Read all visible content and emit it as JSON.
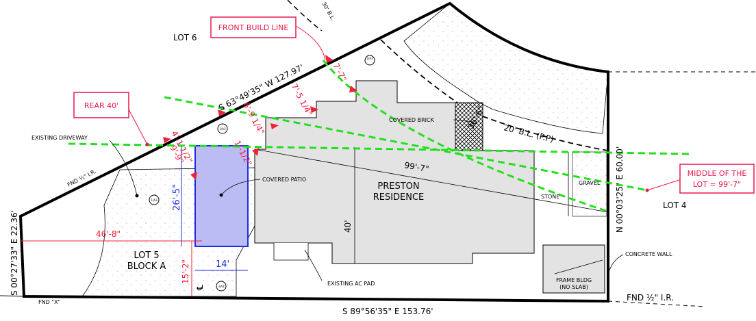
{
  "labels": {
    "lot6": "LOT 6",
    "lot4": "LOT 4",
    "lot5": "LOT 5",
    "block": "BLOCK A",
    "residence1": "PRESTON",
    "residence2": "RESIDENCE",
    "existing_driveway": "EXISTING DRIVEWAY",
    "covered_patio": "COVERED PATIO",
    "covered_brick": "COVERED BRICK",
    "stone": "STONE",
    "gravel": "GRAVEL",
    "concrete_wall": "CONCRETE WALL",
    "frame_bldg1": "FRAME BLDG",
    "frame_bldg2": "(NO SLAB)",
    "existing_ac_pad": "EXISTING AC PAD",
    "fnd_ir_top": "FND ½\" I.R.",
    "fnd_ir_right": "FND ½\" I.R.",
    "fnd_x": "FND \"X\"",
    "bl_20": "20' B.L. (P.P)",
    "bl_30": "30' B.L.",
    "centerline": "℄"
  },
  "bearings": {
    "north": "S 63°49'35\" W 127.97'",
    "south": "S 89°56'35\" E 153.76'",
    "west": "S 00°27'33\" E 22.36'",
    "east": "N 00°03'25\" E 60.00'"
  },
  "dimensions": {
    "red": [
      "7'-7\"",
      "7'-5 1/4\"",
      "6'-9 1/4\"",
      "1'-1/2\"",
      "4'-1 1/2\"",
      "9'-9\"",
      "46'-8\"",
      "15'-2\""
    ],
    "blue": [
      "26'-5\"",
      "14'"
    ],
    "black": [
      "99'-7\"",
      "40'",
      "36'-6\""
    ]
  },
  "callouts": {
    "front_build_line": "FRONT BUILD LINE",
    "rear": "REAR 40'",
    "middle1": "MIDDLE OF THE",
    "middle2": "LOT = 99'-7\""
  },
  "section_marks": [
    "2/A3",
    "1/A3",
    "3/A3",
    "1/A3"
  ],
  "colors": {
    "callout": "#e8174b",
    "setback_line": "#22e01e",
    "patio": "#bcbcf5",
    "house": "#e3e3e3"
  }
}
